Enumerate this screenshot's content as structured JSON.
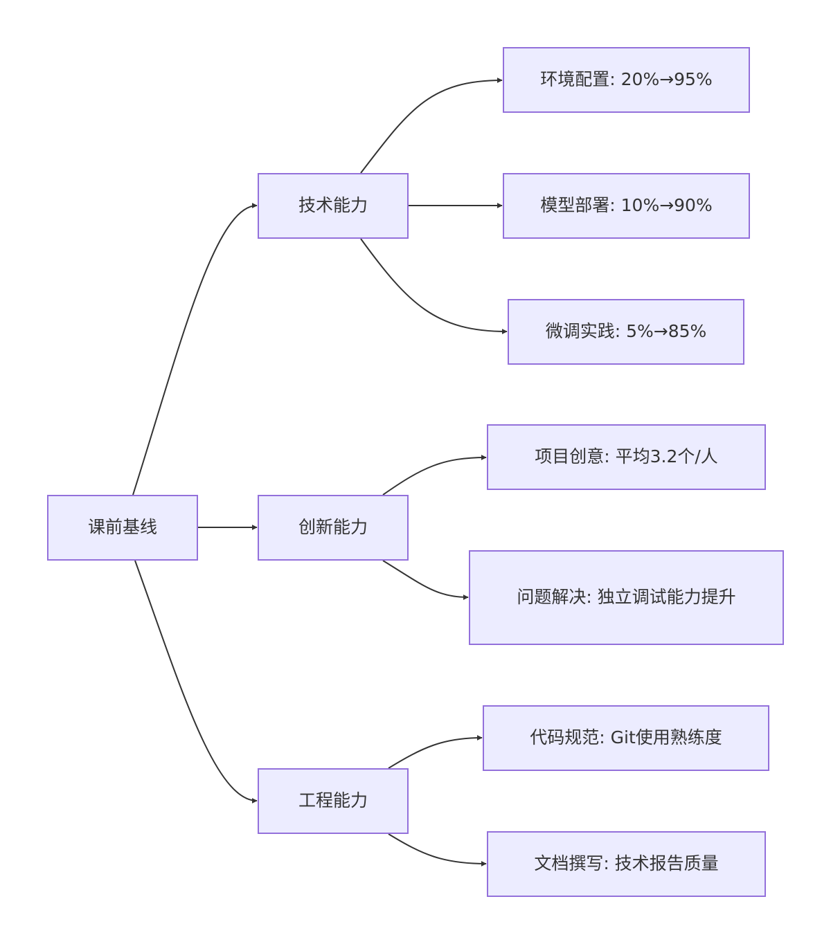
{
  "diagram": {
    "root": {
      "label": "课前基线"
    },
    "categories": [
      {
        "label": "技术能力",
        "children": [
          {
            "label": "环境配置: 20%→95%"
          },
          {
            "label": "模型部署: 10%→90%"
          },
          {
            "label": "微调实践: 5%→85%"
          }
        ]
      },
      {
        "label": "创新能力",
        "children": [
          {
            "label": "项目创意: 平均3.2个/人"
          },
          {
            "label": "问题解决: 独立调试能力提升"
          }
        ]
      },
      {
        "label": "工程能力",
        "children": [
          {
            "label": "代码规范: Git使用熟练度"
          },
          {
            "label": "文档撰写: 技术报告质量"
          }
        ]
      }
    ]
  }
}
